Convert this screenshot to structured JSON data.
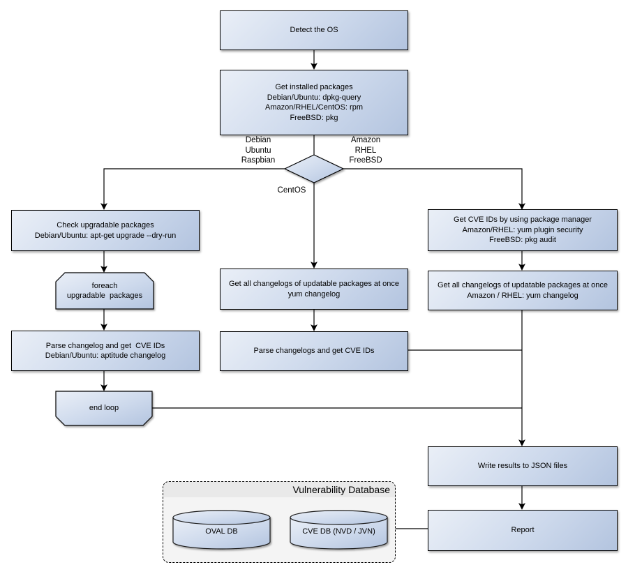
{
  "nodes": {
    "detect_os": "Detect the OS",
    "get_installed_packages": "Get installed packages\nDebian/Ubuntu: dpkg-query\nAmazon/RHEL/CentOS: rpm\nFreeBSD: pkg",
    "check_upgradable": "Check upgradable packages\nDebian/Ubuntu: apt-get upgrade --dry-run",
    "foreach_loop": "foreach\nupgradable  packages",
    "parse_changelog_debian": "Parse changelog and get  CVE IDs\nDebian/Ubuntu: aptitude changelog",
    "end_loop": "end loop",
    "get_changelogs_centos": "Get all changelogs of updatable packages at once\nyum changelog",
    "parse_changelogs_centos": "Parse changelogs and get CVE IDs",
    "get_cve_ids_pkg_manager": "Get CVE IDs by using package manager\nAmazon/RHEL: yum plugin security\nFreeBSD: pkg audit",
    "get_changelogs_amazon": "Get all changelogs of updatable packages at once\nAmazon / RHEL: yum changelog",
    "write_results": "Write results to JSON files",
    "report": "Report"
  },
  "branch_labels": {
    "debian": "Debian\nUbuntu\nRaspbian",
    "amazon": "Amazon\nRHEL\nFreeBSD",
    "centos": "CentOS"
  },
  "database": {
    "title": "Vulnerability Database",
    "oval_db": "OVAL DB",
    "cve_db": "CVE DB (NVD / JVN)"
  },
  "colors": {
    "node_gradient_start": "#eaeff7",
    "node_gradient_end": "#b3c4df",
    "node_border": "#000000",
    "connector": "#000000",
    "panel_bg": "#f4f4f4",
    "panel_header_bg": "#e9e9e9"
  }
}
